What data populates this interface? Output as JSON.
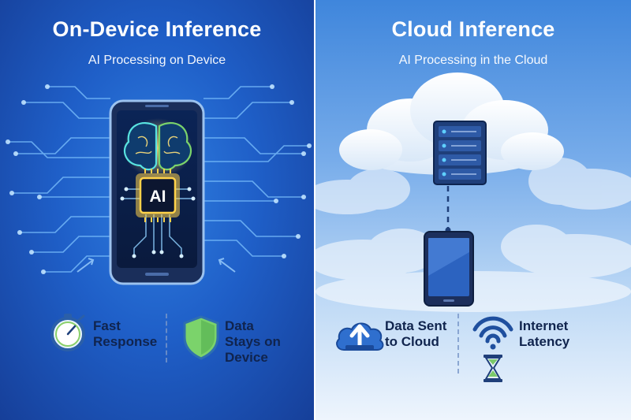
{
  "left": {
    "title": "On-Device Inference",
    "subtitle": "AI Processing on Device",
    "chip_label": "AI",
    "features": [
      {
        "lines": [
          "Fast",
          "Response"
        ],
        "icon": "stopwatch-icon"
      },
      {
        "lines": [
          "Data",
          "Stays on",
          "Device"
        ],
        "icon": "shield-icon"
      }
    ]
  },
  "right": {
    "title": "Cloud Inference",
    "subtitle": "AI Processing in the Cloud",
    "features": [
      {
        "lines": [
          "Data Sent",
          "to Cloud"
        ],
        "icon": "cloud-upload-icon"
      },
      {
        "lines": [
          "Internet",
          "Latency"
        ],
        "icon": "wifi-hourglass-icon"
      }
    ]
  },
  "colors": {
    "left_bg": "#1f5fc8",
    "right_bg": "#77acea",
    "accent_green": "#7bd36b",
    "chip_glow": "#ffd24a",
    "text_dark": "#10244e"
  }
}
